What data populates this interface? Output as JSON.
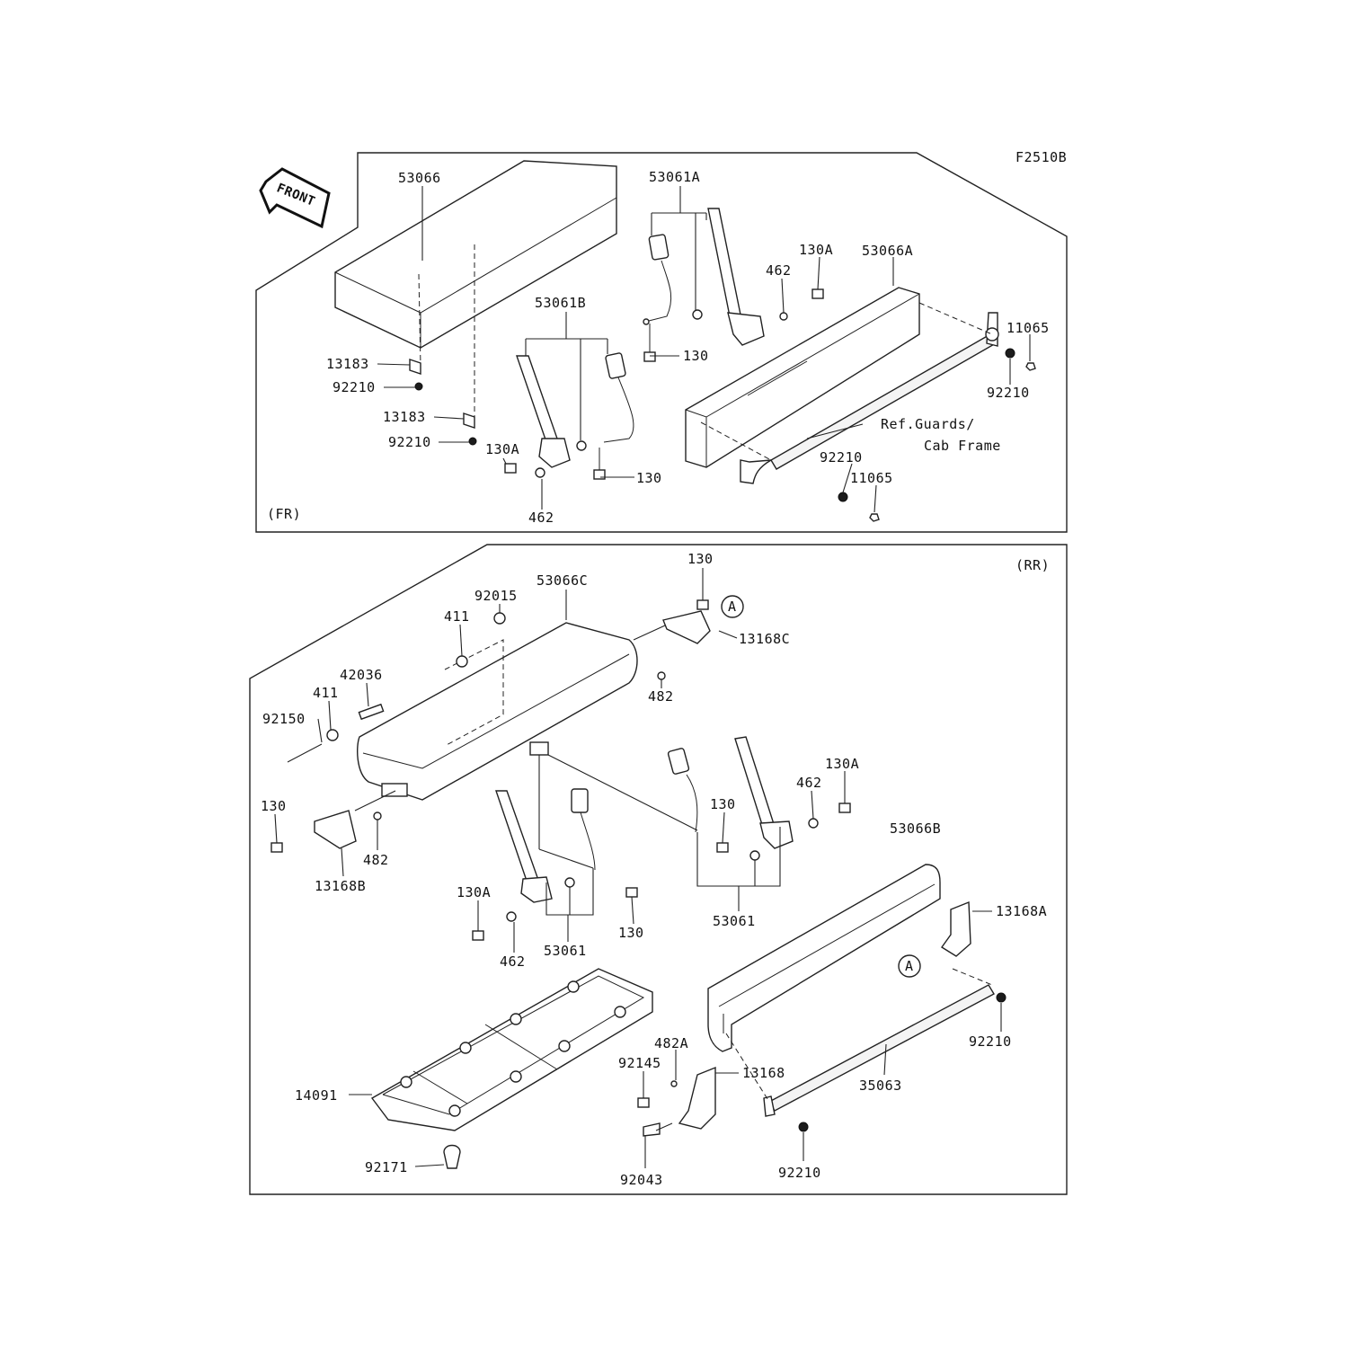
{
  "figure_code": "F2510B",
  "front_arrow": "FRONT",
  "sections": {
    "front": "(FR)",
    "rear": "(RR)"
  },
  "reference_note": [
    "Ref.Guards/",
    "Cab Frame"
  ],
  "callout_letter": "A",
  "fr_labels": {
    "p53066": "53066",
    "p53061A": "53061A",
    "p130A_top": "130A",
    "p53066A": "53066A",
    "p462_top": "462",
    "p11065_right": "11065",
    "p92210_right": "92210",
    "p53061B": "53061B",
    "p130_upper": "130",
    "p13183_a": "13183",
    "p92210_a": "92210",
    "p13183_b": "13183",
    "p92210_b": "92210",
    "p130A_low": "130A",
    "p130_low": "130",
    "p462_low": "462",
    "p92210_mid": "92210",
    "p11065_mid": "11065"
  },
  "rr_labels": {
    "p130_top": "130",
    "p53066C": "53066C",
    "p92015": "92015",
    "p411_a": "411",
    "p13168C": "13168C",
    "p42036": "42036",
    "p411_b": "411",
    "p92150": "92150",
    "p482_top": "482",
    "p130A": "130A",
    "p462": "462",
    "p130_mid": "130",
    "p130_left": "130",
    "p53066B": "53066B",
    "p482_left": "482",
    "p13168B": "13168B",
    "p13168A": "13168A",
    "p130A_low": "130A",
    "p130_low": "130",
    "p53061_right": "53061",
    "p462_low": "462",
    "p53061_left": "53061",
    "p482A": "482A",
    "p92145": "92145",
    "p13168": "13168",
    "p92210_right": "92210",
    "p14091": "14091",
    "p35063": "35063",
    "p92171": "92171",
    "p92043": "92043",
    "p92210_low": "92210"
  }
}
